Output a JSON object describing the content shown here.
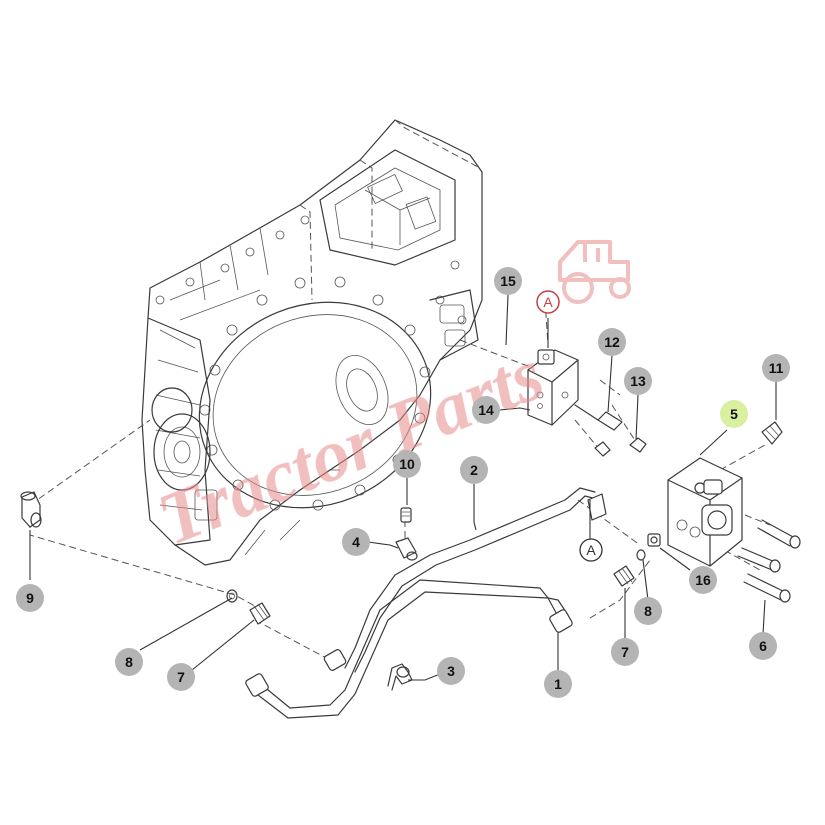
{
  "colors": {
    "callout_fill": "#b4b4b4",
    "callout_highlight": "#d8f0a0",
    "line": "#3a3a3a",
    "watermark": "#e88a8a"
  },
  "watermark": {
    "text": "Tractor Parts",
    "icon": "tractor-logo-icon"
  },
  "callouts": [
    {
      "id": "c1",
      "label": "1"
    },
    {
      "id": "c2",
      "label": "2"
    },
    {
      "id": "c3",
      "label": "3"
    },
    {
      "id": "c4",
      "label": "4"
    },
    {
      "id": "c5",
      "label": "5",
      "highlighted": true
    },
    {
      "id": "c6",
      "label": "6"
    },
    {
      "id": "c7a",
      "label": "7"
    },
    {
      "id": "c7b",
      "label": "7"
    },
    {
      "id": "c8a",
      "label": "8"
    },
    {
      "id": "c8b",
      "label": "8"
    },
    {
      "id": "c9",
      "label": "9"
    },
    {
      "id": "c10",
      "label": "10"
    },
    {
      "id": "c11",
      "label": "11"
    },
    {
      "id": "c12",
      "label": "12"
    },
    {
      "id": "c13",
      "label": "13"
    },
    {
      "id": "c14",
      "label": "14"
    },
    {
      "id": "c15",
      "label": "15"
    },
    {
      "id": "c16",
      "label": "16"
    }
  ],
  "reference_marks": [
    {
      "id": "refA1",
      "label": "A"
    },
    {
      "id": "refA2",
      "label": "A"
    }
  ]
}
